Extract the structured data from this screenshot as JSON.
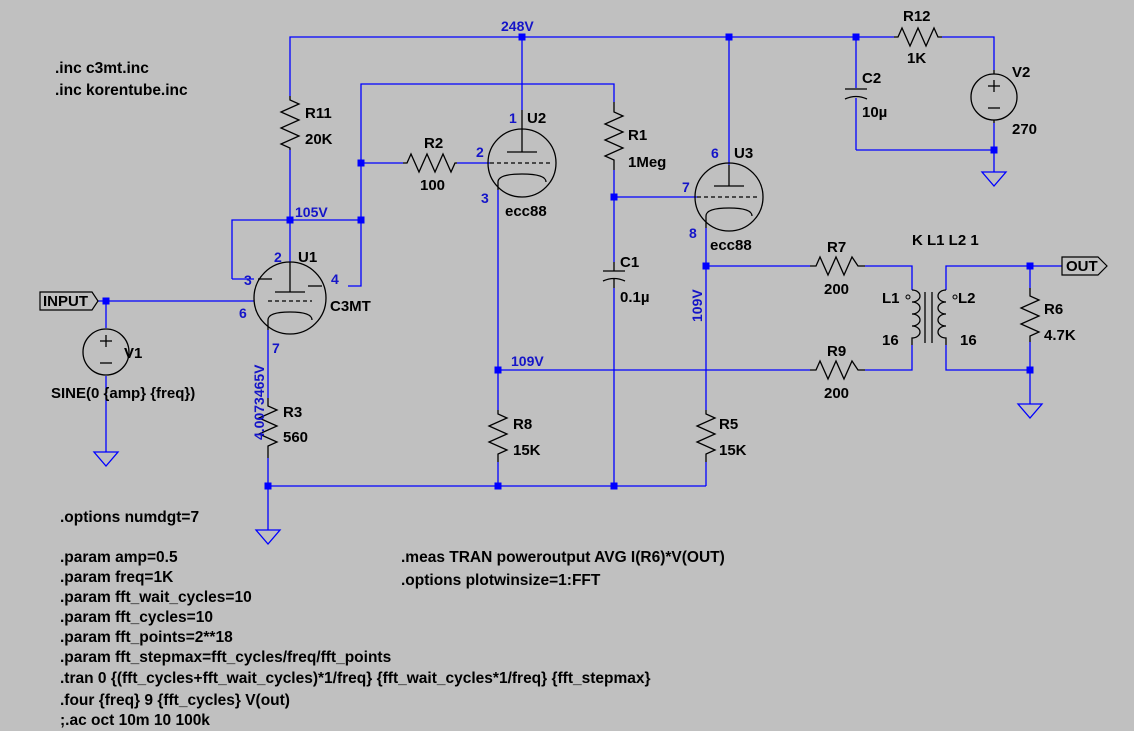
{
  "directives_top": [
    ".inc c3mt.inc",
    ".inc korentube.inc"
  ],
  "directives_options": ".options numdgt=7",
  "directives_params": [
    ".param amp=0.5",
    ".param freq=1K",
    ".param fft_wait_cycles=10",
    ".param fft_cycles=10",
    ".param fft_points=2**18",
    ".param fft_stepmax=fft_cycles/freq/fft_points",
    ".tran 0 {(fft_cycles+fft_wait_cycles)*1/freq} {fft_wait_cycles*1/freq} {fft_stepmax}",
    ".four {freq} 9 {fft_cycles} V(out)",
    ";.ac oct 10m 10 100k"
  ],
  "directives_meas": [
    ".meas TRAN poweroutput AVG I(R6)*V(OUT)",
    ".options plotwinsize=1:FFT"
  ],
  "nets": {
    "b_plus": "248V",
    "plate_u1": "105V",
    "mid": "109V",
    "cathode_u3": "109V",
    "cathode_u1": "4.0073465V"
  },
  "ports": {
    "input": "INPUT",
    "output": "OUT"
  },
  "components": {
    "r11": {
      "name": "R11",
      "value": "20K"
    },
    "r2": {
      "name": "R2",
      "value": "100"
    },
    "r1": {
      "name": "R1",
      "value": "1Meg"
    },
    "r12": {
      "name": "R12",
      "value": "1K"
    },
    "c2": {
      "name": "C2",
      "value": "10µ"
    },
    "v2": {
      "name": "V2",
      "value": "270"
    },
    "u1": {
      "name": "U1",
      "model": "C3MT"
    },
    "u2": {
      "name": "U2",
      "model": "ecc88"
    },
    "u3": {
      "name": "U3",
      "model": "ecc88"
    },
    "c1": {
      "name": "C1",
      "value": "0.1µ"
    },
    "r7": {
      "name": "R7",
      "value": "200"
    },
    "r9": {
      "name": "R9",
      "value": "200"
    },
    "l1": {
      "name": "L1",
      "value": "16"
    },
    "l2": {
      "name": "L2",
      "value": "16"
    },
    "r6": {
      "name": "R6",
      "value": "4.7K"
    },
    "r3": {
      "name": "R3",
      "value": "560"
    },
    "r8": {
      "name": "R8",
      "value": "15K"
    },
    "r5": {
      "name": "R5",
      "value": "15K"
    },
    "v1": {
      "name": "V1",
      "value": "SINE(0 {amp} {freq})"
    }
  },
  "coupling": "K L1 L2 1",
  "pins": {
    "u1_plate": "2",
    "u1_g2a": "3",
    "u1_g2b": "4",
    "u1_grid": "6",
    "u1_cathode": "7",
    "u2_plate": "1",
    "u2_grid": "2",
    "u2_cathode": "3",
    "u3_plate": "6",
    "u3_grid": "7",
    "u3_cathode": "8"
  }
}
